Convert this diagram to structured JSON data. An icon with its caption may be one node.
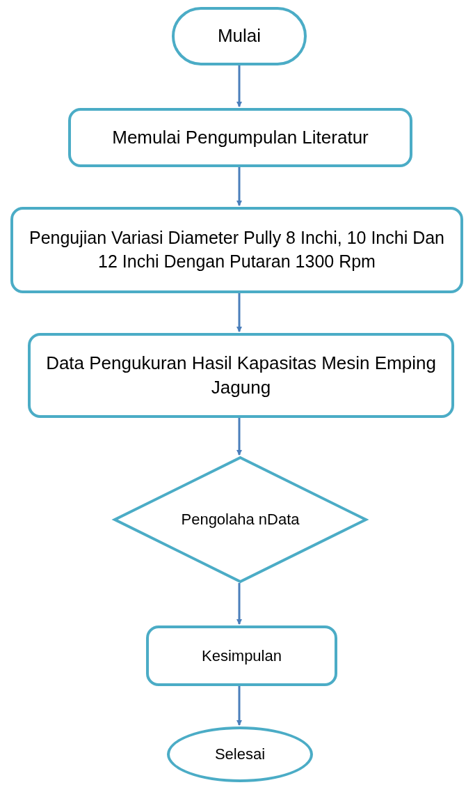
{
  "diagram": {
    "nodes": [
      {
        "text": [
          "Mulai"
        ]
      },
      {
        "text": [
          "Memulai Pengumpulan Literatur"
        ]
      },
      {
        "text": [
          "Pengujian Variasi Diameter Pully 8 Inchi, 10 Inchi Dan 12 Inchi Dengan Putaran 1300 Rpm"
        ]
      },
      {
        "text": [
          "Data Pengukuran Hasil Kapasitas Mesin Emping Jagung"
        ]
      },
      {
        "text": [
          "Pengolaha nData"
        ]
      },
      {
        "text": [
          "Kesimpulan"
        ]
      },
      {
        "text": [
          "Selesai"
        ]
      }
    ],
    "edges": [
      {
        "from": 0,
        "to": 1,
        "arrow": "to"
      },
      {
        "from": 1,
        "to": 2,
        "arrow": "to"
      },
      {
        "from": 2,
        "to": 3,
        "arrow": "to"
      },
      {
        "from": 3,
        "to": 4,
        "arrow": "to"
      },
      {
        "from": 4,
        "to": 5,
        "arrow": "to"
      },
      {
        "from": 5,
        "to": 6,
        "arrow": "to"
      }
    ]
  }
}
